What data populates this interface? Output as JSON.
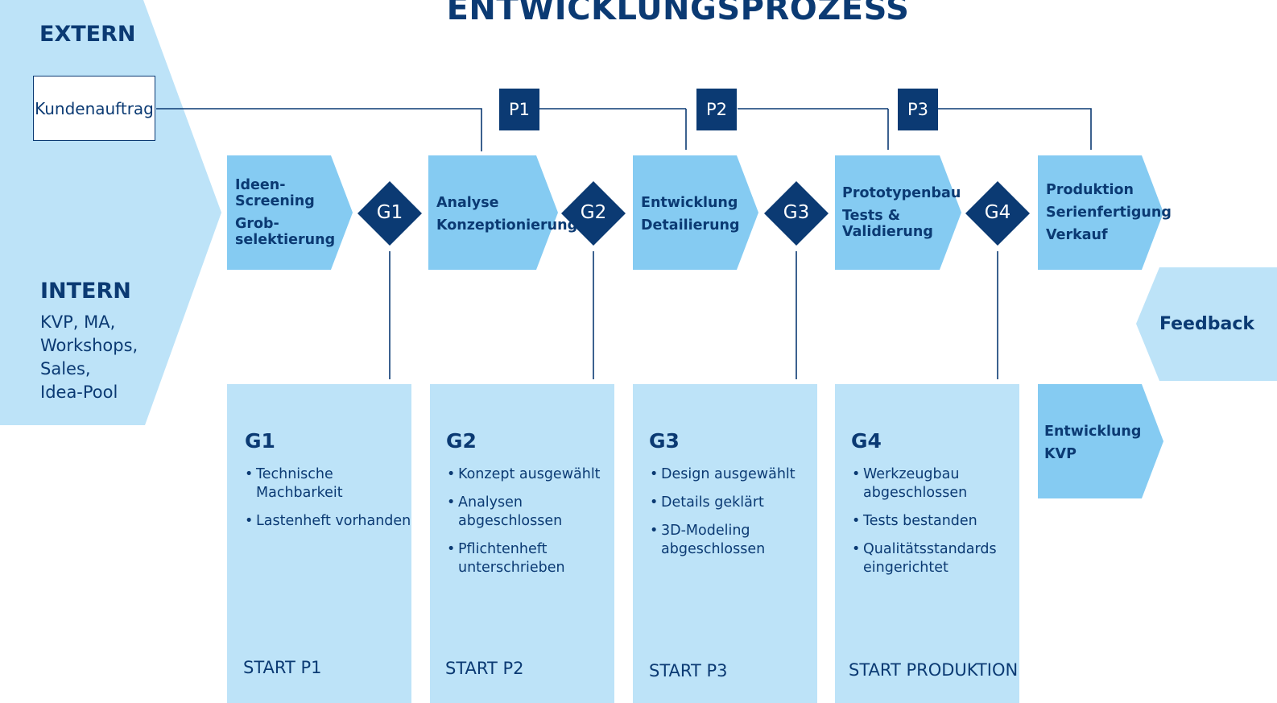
{
  "title": "ENTWICKLUNGSPROZESS",
  "extern": {
    "heading": "EXTERN",
    "box": "Kundenauftrag"
  },
  "intern": {
    "heading": "INTERN",
    "text": "KVP, MA,\nWorkshops,\nSales,\nIdea-Pool"
  },
  "phases": [
    "P1",
    "P2",
    "P3"
  ],
  "gates": [
    "G1",
    "G2",
    "G3",
    "G4"
  ],
  "stages": [
    {
      "lines": [
        "Ideen-\nScreening",
        "Grob-\nselektierung"
      ]
    },
    {
      "lines": [
        "Analyse",
        "Konzeptionierung"
      ]
    },
    {
      "lines": [
        "Entwicklung",
        "Detailierung"
      ]
    },
    {
      "lines": [
        "Prototypenbau",
        "Tests &\nValidierung"
      ]
    },
    {
      "lines": [
        "Produktion",
        "Serienfertigung",
        "Verkauf"
      ]
    }
  ],
  "cards": [
    {
      "heading": "G1",
      "items": [
        "Technische\nMachbarkeit",
        "Lastenheft vorhanden"
      ],
      "footer": "START P1"
    },
    {
      "heading": "G2",
      "items": [
        "Konzept ausgewählt",
        "Analysen\nabgeschlossen",
        "Pflichtenheft\nunterschrieben"
      ],
      "footer": "START P2"
    },
    {
      "heading": "G3",
      "items": [
        "Design ausgewählt",
        "Details geklärt",
        "3D-Modeling\nabgeschlossen"
      ],
      "footer": "START P3"
    },
    {
      "heading": "G4",
      "items": [
        "Werkzeugbau\nabgeschlossen",
        "Tests bestanden",
        "Qualitätsstandards\neingerichtet"
      ],
      "footer": "START PRODUKTION"
    }
  ],
  "feedback": {
    "label": "Feedback"
  },
  "kvp": {
    "lines": [
      "Entwicklung",
      "KVP"
    ]
  },
  "colors": {
    "dark": "#0b3a73",
    "mid": "#85cbf2",
    "light": "#bde3f8"
  }
}
